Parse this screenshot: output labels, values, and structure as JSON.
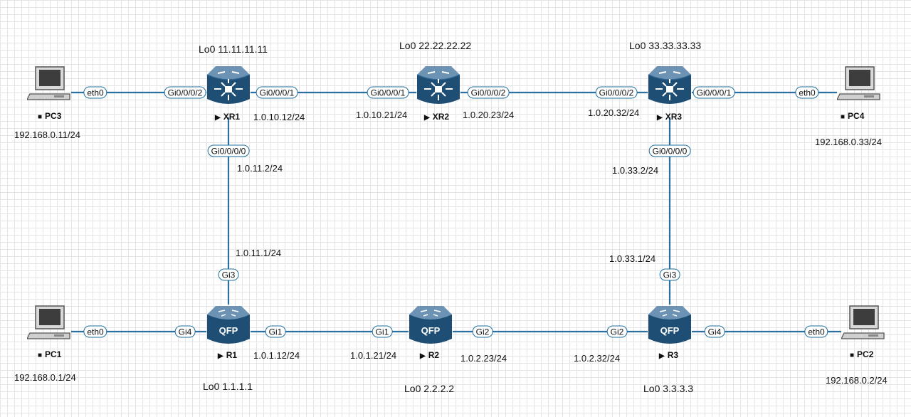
{
  "nodes": {
    "xr1": {
      "name": "XR1",
      "loopback": "Lo0 11.11.11.11"
    },
    "xr2": {
      "name": "XR2",
      "loopback": "Lo0 22.22.22.22"
    },
    "xr3": {
      "name": "XR3",
      "loopback": "Lo0 33.33.33.33"
    },
    "r1": {
      "name": "R1",
      "loopback": "Lo0 1.1.1.1",
      "badge": "QFP"
    },
    "r2": {
      "name": "R2",
      "loopback": "Lo0 2.2.2.2",
      "badge": "QFP"
    },
    "r3": {
      "name": "R3",
      "loopback": "Lo0 3.3.3.3",
      "badge": "QFP"
    },
    "pc1": {
      "name": "PC1",
      "ip": "192.168.0.1/24"
    },
    "pc2": {
      "name": "PC2",
      "ip": "192.168.0.2/24"
    },
    "pc3": {
      "name": "PC3",
      "ip": "192.168.0.11/24"
    },
    "pc4": {
      "name": "PC4",
      "ip": "192.168.0.33/24"
    }
  },
  "interfaces": {
    "pc3_eth0": "eth0",
    "xr1_pc3": "Gi0/0/0/2",
    "xr1_xr2": "Gi0/0/0/1",
    "xr2_xr1": "Gi0/0/0/1",
    "xr2_xr3": "Gi0/0/0/2",
    "xr3_xr2": "Gi0/0/0/2",
    "xr3_pc4": "Gi0/0/0/1",
    "pc4_eth0": "eth0",
    "xr1_r1": "Gi0/0/0/0",
    "xr3_r3": "Gi0/0/0/0",
    "r1_xr1": "Gi3",
    "r3_xr3": "Gi3",
    "pc1_eth0": "eth0",
    "r1_pc1": "Gi4",
    "r1_r2": "Gi1",
    "r2_r1": "Gi1",
    "r2_r3": "Gi2",
    "r3_r2": "Gi2",
    "r3_pc2": "Gi4",
    "pc2_eth0": "eth0"
  },
  "addresses": {
    "xr1_xr2": "1.0.10.12/24",
    "xr2_xr1": "1.0.10.21/24",
    "xr2_xr3": "1.0.20.23/24",
    "xr3_xr2": "1.0.20.32/24",
    "xr1_r1": "1.0.11.2/24",
    "r1_xr1": "1.0.11.1/24",
    "xr3_r3": "1.0.33.2/24",
    "r3_xr3": "1.0.33.1/24",
    "r1_r2": "1.0.1.12/24",
    "r2_r1": "1.0.1.21/24",
    "r2_r3": "1.0.2.23/24",
    "r3_r2": "1.0.2.32/24"
  },
  "colors": {
    "link": "#2a6f9e",
    "router_top": "#6c93b3",
    "router_body": "#1f4e75",
    "pill_border": "#1f6fa0"
  }
}
